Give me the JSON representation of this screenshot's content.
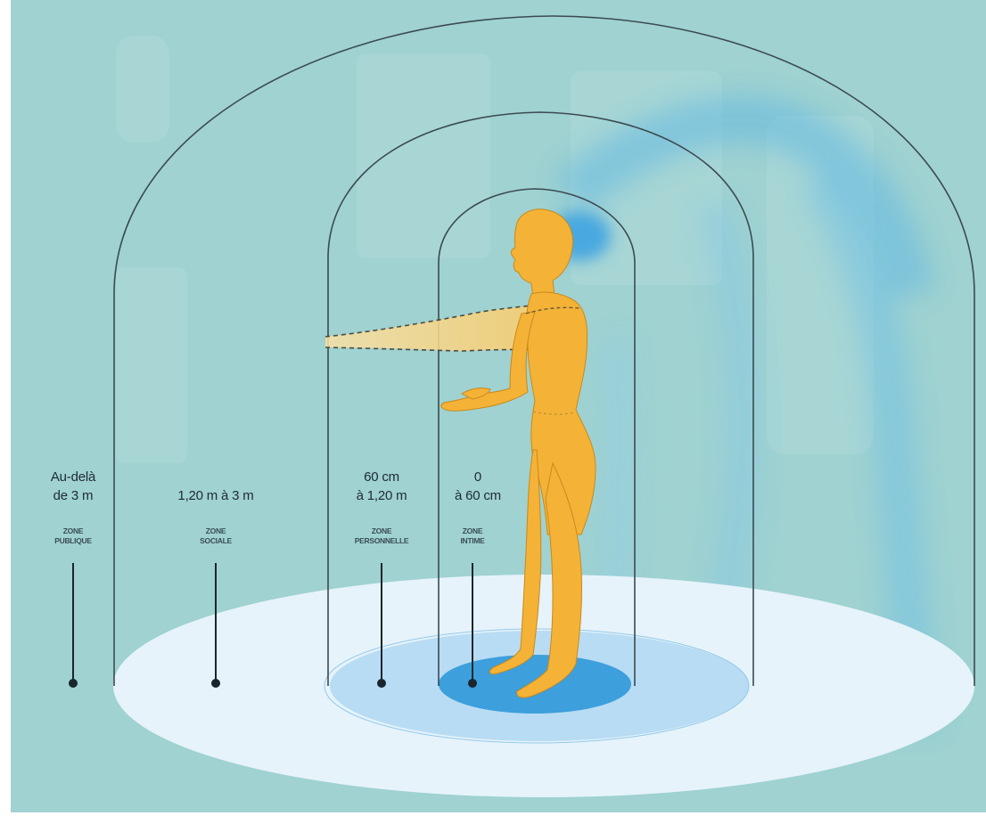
{
  "zones": [
    {
      "distance_line1": "Au-delà",
      "distance_line2": "de 3 m",
      "zone_line1": "ZONE",
      "zone_line2": "PUBLIQUE"
    },
    {
      "distance_line1": "",
      "distance_line2": "1,20 m à 3 m",
      "zone_line1": "ZONE",
      "zone_line2": "SOCIALE"
    },
    {
      "distance_line1": "60 cm",
      "distance_line2": "à 1,20 m",
      "zone_line1": "ZONE",
      "zone_line2": "PERSONNELLE"
    },
    {
      "distance_line1": "0",
      "distance_line2": "à 60 cm",
      "zone_line1": "ZONE",
      "zone_line2": "INTIME"
    }
  ],
  "colors": {
    "background": "#9fd2d1",
    "floor_public": "#e6f3fb",
    "floor_social": "#b8dcf3",
    "floor_personal": "#6cb7e6",
    "floor_intimate": "#3d9fdc",
    "figure": "#f4b237",
    "dome_stroke": "#3c4a50",
    "marker": "#1a262c"
  }
}
